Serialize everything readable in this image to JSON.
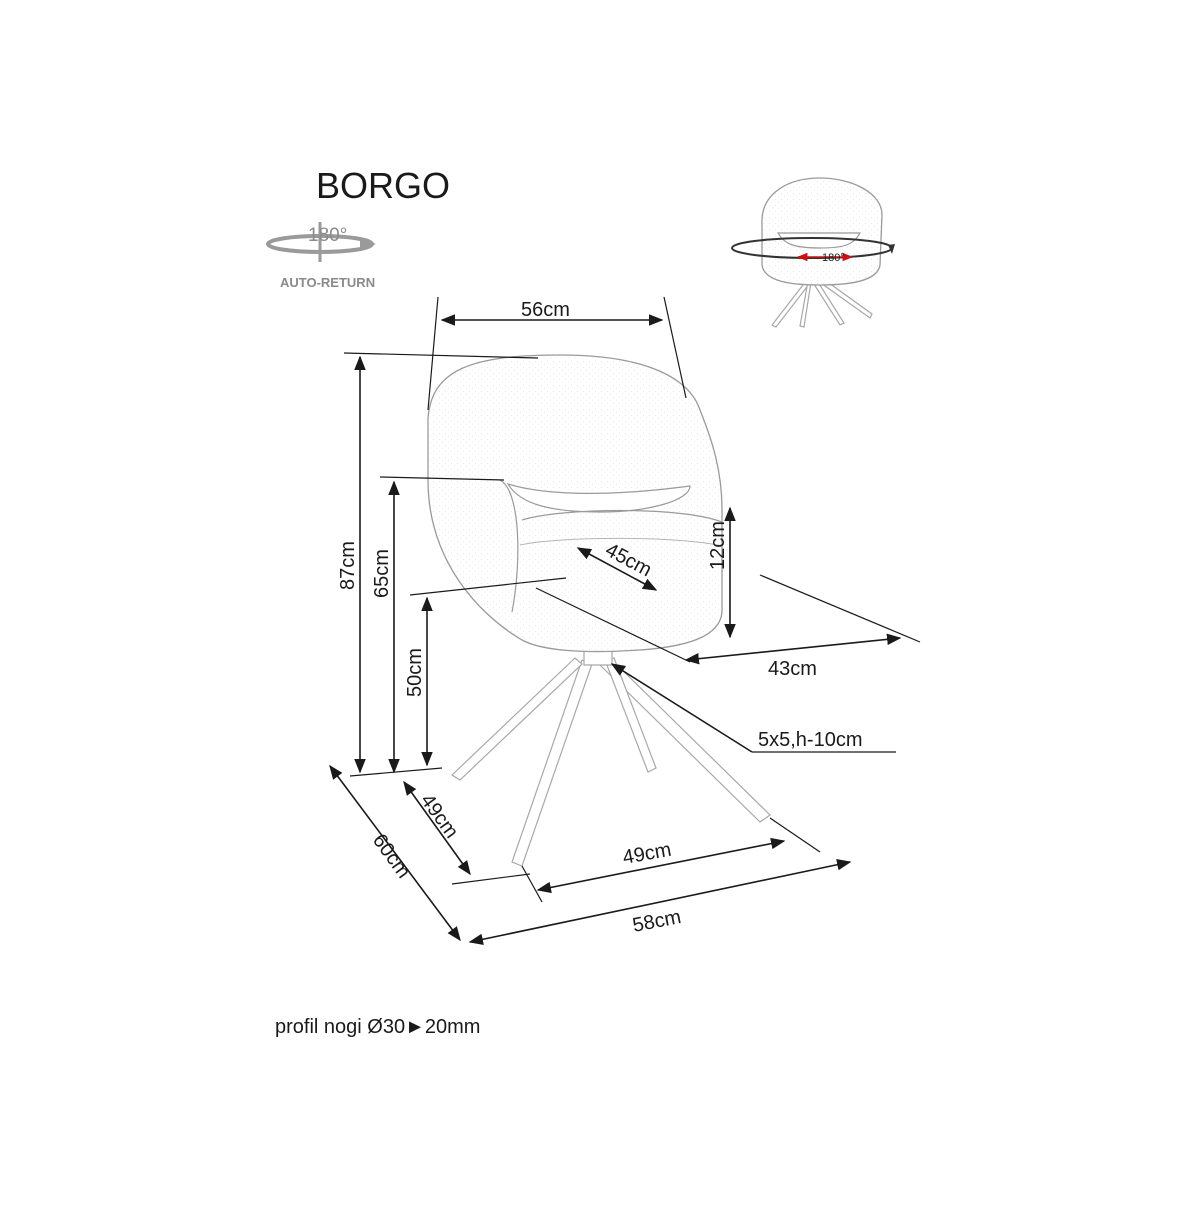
{
  "product": {
    "name": "BORGO",
    "rotation_label": "180°",
    "auto_return_label": "AUTO-RETURN",
    "thumb_rotation_label": "180°"
  },
  "dimensions": {
    "width_top": "56cm",
    "height_total": "87cm",
    "height_arm": "65cm",
    "height_seat": "50cm",
    "seat_diagonal": "45cm",
    "seat_cushion": "12cm",
    "seat_depth": "43cm",
    "leg_profile": "5x5,h-10cm",
    "base_depth": "49cm",
    "base_width": "49cm",
    "depth_total": "60cm",
    "width_total": "58cm"
  },
  "footer": {
    "note": "profil nogi Ø30►20mm"
  },
  "colors": {
    "line": "#1a1a1a",
    "outline": "#9a9a9a",
    "accent": "#cc1111"
  }
}
